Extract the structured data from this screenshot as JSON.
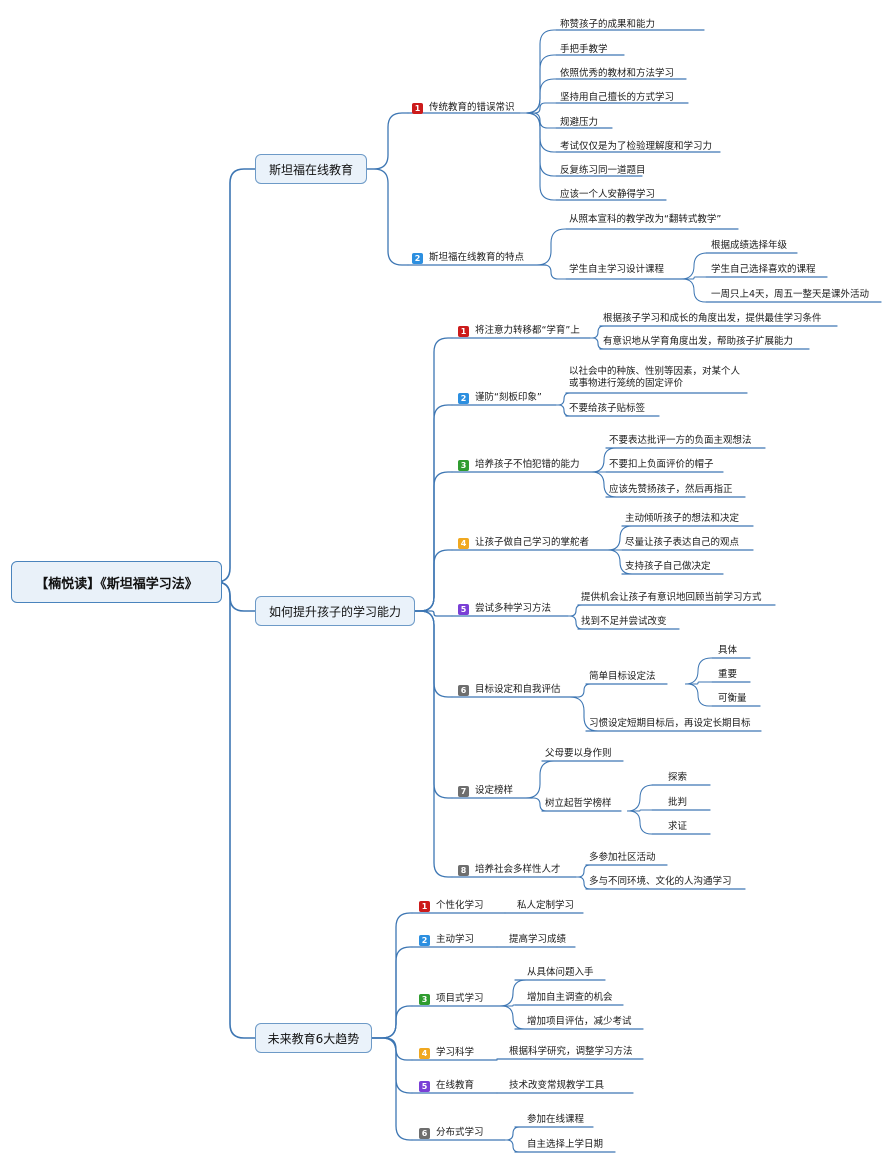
{
  "colors": {
    "line": "#3d76b3",
    "badge_1": "#cc1b1b",
    "badge_2": "#2c8fe0",
    "badge_3": "#2f9c2f",
    "badge_4": "#f0a820",
    "badge_5": "#7a3fd6",
    "badge_6": "#6e6e6e",
    "badge_7": "#6e6e6e",
    "badge_8": "#6e6e6e"
  },
  "root": {
    "title": "【楠悦读】《斯坦福学习法》"
  },
  "branches": [
    {
      "title": "斯坦福在线教育",
      "subtopics": [
        {
          "num": "1",
          "icon": "priority-1-icon",
          "label": "传统教育的错误常识",
          "items": [
            "称赞孩子的成果和能力",
            "手把手教学",
            "依照优秀的教材和方法学习",
            "坚持用自己擅长的方式学习",
            "规避压力",
            "考试仅仅是为了检验理解度和学习力",
            "反复练习同一道题目",
            "应该一个人安静得学习"
          ]
        },
        {
          "num": "2",
          "icon": "priority-2-icon",
          "label": "斯坦福在线教育的特点",
          "items": [
            "从照本宣科的教学改为“翻转式教学”",
            "学生自主学习设计课程"
          ],
          "sub_items": [
            "根据成绩选择年级",
            "学生自己选择喜欢的课程",
            "一周只上4天，周五一整天是课外活动"
          ]
        }
      ]
    },
    {
      "title": "如何提升孩子的学习能力",
      "subtopics": [
        {
          "num": "1",
          "icon": "priority-1-icon",
          "label": "将注意力转移都“学育”上",
          "items": [
            "根据孩子学习和成长的角度出发，提供最佳学习条件",
            "有意识地从学育角度出发，帮助孩子扩展能力"
          ]
        },
        {
          "num": "2",
          "icon": "priority-2-icon",
          "label": "谨防“刻板印象”",
          "items": [
            "以社会中的种族、性别等因素，对某个人或事物进行笼统的固定评价",
            "不要给孩子贴标签"
          ]
        },
        {
          "num": "3",
          "icon": "priority-3-icon",
          "label": "培养孩子不怕犯错的能力",
          "items": [
            "不要表达批评一方的负面主观想法",
            "不要扣上负面评价的帽子",
            "应该先赞扬孩子，然后再指正"
          ]
        },
        {
          "num": "4",
          "icon": "priority-4-icon",
          "label": "让孩子做自己学习的掌舵者",
          "items": [
            "主动倾听孩子的想法和决定",
            "尽量让孩子表达自己的观点",
            "支持孩子自己做决定"
          ]
        },
        {
          "num": "5",
          "icon": "priority-5-icon",
          "label": "尝试多种学习方法",
          "items": [
            "提供机会让孩子有意识地回顾当前学习方式",
            "找到不足并尝试改变"
          ]
        },
        {
          "num": "6",
          "icon": "priority-6-icon",
          "label": "目标设定和自我评估",
          "items": [
            "简单目标设定法",
            "习惯设定短期目标后，再设定长期目标"
          ],
          "sub_items": [
            "具体",
            "重要",
            "可衡量"
          ]
        },
        {
          "num": "7",
          "icon": "priority-7-icon",
          "label": "设定榜样",
          "items": [
            "父母要以身作则",
            "树立起哲学榜样"
          ],
          "sub_items": [
            "探索",
            "批判",
            "求证"
          ]
        },
        {
          "num": "8",
          "icon": "priority-8-icon",
          "label": "培养社会多样性人才",
          "items": [
            "多参加社区活动",
            "多与不同环境、文化的人沟通学习"
          ]
        }
      ]
    },
    {
      "title": "未来教育6大趋势",
      "subtopics": [
        {
          "num": "1",
          "icon": "priority-1-icon",
          "label": "个性化学习",
          "items": [
            "私人定制学习"
          ]
        },
        {
          "num": "2",
          "icon": "priority-2-icon",
          "label": "主动学习",
          "items": [
            "提高学习成绩"
          ]
        },
        {
          "num": "3",
          "icon": "priority-3-icon",
          "label": "项目式学习",
          "items": [
            "从具体问题入手",
            "增加自主调查的机会",
            "增加项目评估，减少考试"
          ]
        },
        {
          "num": "4",
          "icon": "priority-4-icon",
          "label": "学习科学",
          "items": [
            "根据科学研究，调整学习方法"
          ]
        },
        {
          "num": "5",
          "icon": "priority-5-icon",
          "label": "在线教育",
          "items": [
            "技术改变常规教学工具"
          ]
        },
        {
          "num": "6",
          "icon": "priority-6-icon",
          "label": "分布式学习",
          "items": [
            "参加在线课程",
            "自主选择上学日期"
          ]
        }
      ]
    }
  ]
}
